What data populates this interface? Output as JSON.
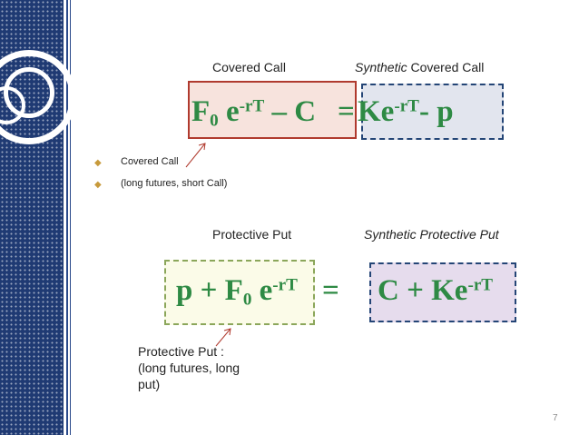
{
  "slide": {
    "page_number": "7",
    "top": {
      "covered_call_label": "Covered Call",
      "synthetic_word": "Synthetic",
      "synthetic_covered_call_rest": " Covered Call",
      "equation_left": {
        "f": "F",
        "sub0": "0",
        "e": " e",
        "sup": "-rT",
        "minus_c": " – C"
      },
      "equals": "=",
      "equation_right": {
        "k": " Ke",
        "sup": "-rT",
        "minus_p": "- p"
      }
    },
    "bullets": [
      {
        "text": "Covered Call"
      },
      {
        "text": "(long futures, short Call)"
      }
    ],
    "bottom": {
      "protective_put_label": "Protective Put",
      "synthetic_protective_put_label": "Synthetic Protective Put",
      "equation_left": {
        "p": "p + F",
        "sub0": "0",
        "e": " e",
        "sup": "-rT"
      },
      "equals": "=",
      "equation_right": {
        "c": "C + Ke",
        "sup": "-rT"
      },
      "note_lines": [
        "Protective Put :",
        "(long futures, long",
        "put)"
      ]
    },
    "colors": {
      "sidebar": "#1f3a73",
      "equation_text": "#2e8a44",
      "covered_box_border": "#b03a2e",
      "dashed_box_border": "#244576",
      "bullet": "#c79a3b"
    }
  }
}
